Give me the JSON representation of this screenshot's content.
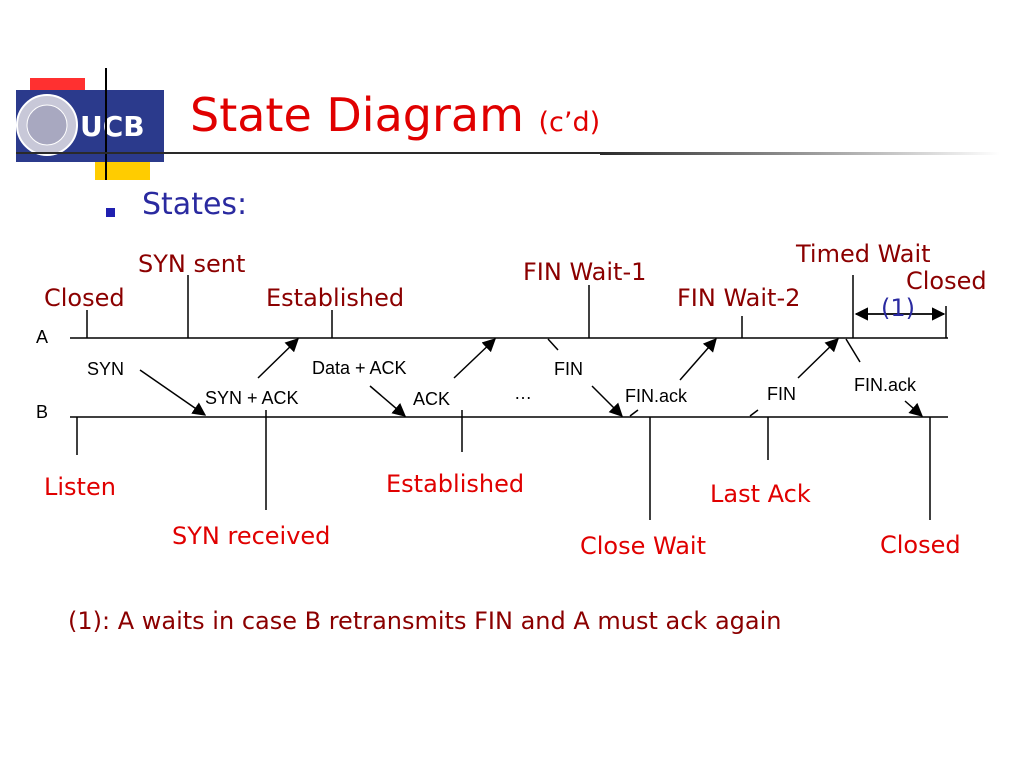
{
  "slide": {
    "title": "State Diagram",
    "title_suffix": "(c’d)",
    "bullet": "States:",
    "logo_text": "UCB"
  },
  "timeline_labels": {
    "a": "A",
    "b": "B"
  },
  "states_a": {
    "closed_start": "Closed",
    "syn_sent": "SYN sent",
    "established": "Established",
    "fin_wait_1": "FIN Wait-1",
    "fin_wait_2": "FIN Wait-2",
    "timed_wait": "Timed Wait",
    "closed_end": "Closed",
    "wait_ref": "(1)"
  },
  "states_b": {
    "listen": "Listen",
    "syn_received": "SYN received",
    "established": "Established",
    "close_wait": "Close Wait",
    "last_ack": "Last Ack",
    "closed": "Closed"
  },
  "messages": {
    "syn": "SYN",
    "syn_ack": "SYN + ACK",
    "data_ack": "Data + ACK",
    "ack": "ACK",
    "ellipsis": "…",
    "fin_a": "FIN",
    "fin_ack_b": "FIN.ack",
    "fin_b": "FIN",
    "fin_ack_a": "FIN.ack"
  },
  "footnote": "(1):  A waits in case B retransmits FIN and A must ack again",
  "colors": {
    "state_a": "#e00000",
    "state_b": "#e00000",
    "state_b_dark": "#8b0000",
    "title": "#e00000",
    "bullet": "#2a2aa0",
    "logo_bg": "#2b3a8c",
    "logo_accent": "#ffcc00"
  }
}
